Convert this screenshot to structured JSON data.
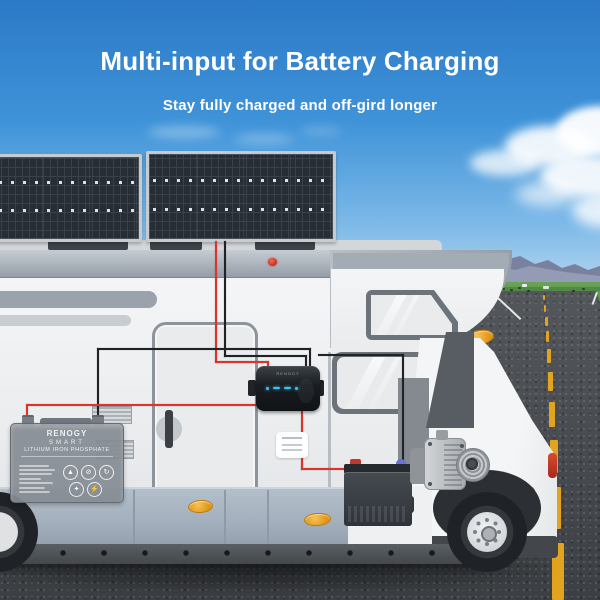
{
  "header": {
    "title": "Multi-input for Battery Charging",
    "subtitle": "Stay fully charged and off-gird longer"
  },
  "equipment": {
    "solar_array": {
      "panel_count": 2
    },
    "dc_charger": {
      "brand": "RENOGY"
    },
    "house_battery": {
      "brand": "RENOGY",
      "line1": "SMART",
      "line2": "LITHIUM IRON PHOSPHATE",
      "icons": [
        {
          "name": "warning-triangle-icon",
          "glyph": "▲"
        },
        {
          "name": "no-flame-icon",
          "glyph": "⊘"
        },
        {
          "name": "recycle-icon",
          "glyph": "↻"
        },
        {
          "name": "keep-dry-icon",
          "glyph": "✦"
        },
        {
          "name": "high-voltage-icon",
          "glyph": "⚡"
        }
      ]
    }
  },
  "colors": {
    "wire_positive": "#e23127",
    "wire_negative": "#202326",
    "lane_marking": "#e2a31f",
    "led_indicator": "#3cc4ee",
    "marker_light": "#e8a01c",
    "clearance_light": "#d2332b",
    "sky_top": "#2b79c7",
    "sky_horizon": "#cfe4f2"
  }
}
